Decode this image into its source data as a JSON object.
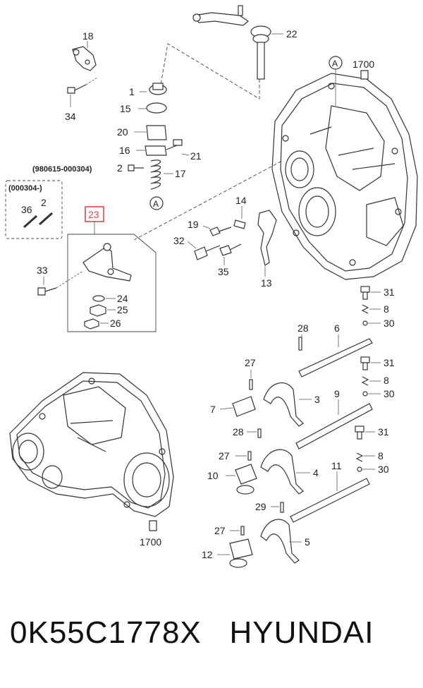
{
  "diagram": {
    "callouts": {
      "c1": "1",
      "c2a": "2",
      "c2b": "2",
      "c3": "3",
      "c4": "4",
      "c5": "5",
      "c6": "6",
      "c7": "7",
      "c8a": "8",
      "c8b": "8",
      "c8c": "8",
      "c9": "9",
      "c10": "10",
      "c11": "11",
      "c12": "12",
      "c13": "13",
      "c14": "14",
      "c15": "15",
      "c16": "16",
      "c17": "17",
      "c18": "18",
      "c19": "19",
      "c20": "20",
      "c21": "21",
      "c22": "22",
      "c23": "23",
      "c24": "24",
      "c25": "25",
      "c26": "26",
      "c27a": "27",
      "c27b": "27",
      "c27c": "27",
      "c28a": "28",
      "c28b": "28",
      "c29": "29",
      "c30a": "30",
      "c30b": "30",
      "c30c": "30",
      "c31a": "31",
      "c31b": "31",
      "c31c": "31",
      "c32": "32",
      "c33": "33",
      "c34": "34",
      "c35": "35",
      "c36": "36",
      "c1700a": "1700",
      "c1700b": "1700",
      "refA1": "A",
      "refA2": "A"
    },
    "notes": {
      "date_range": "(980615-000304)",
      "date_from": "(000304-)"
    },
    "highlighted_part": "23",
    "colors": {
      "highlight": "#e0464e",
      "line": "#333333"
    }
  },
  "part_number": "0K55C1778X",
  "brand": "HYUNDAI"
}
